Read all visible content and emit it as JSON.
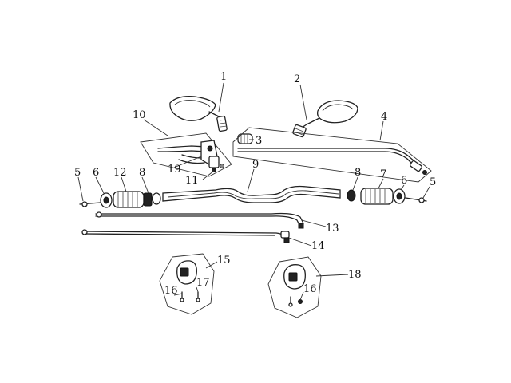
{
  "callouts": [
    {
      "id": "c1",
      "text": "1"
    },
    {
      "id": "c2",
      "text": "2"
    },
    {
      "id": "c3",
      "text": "3"
    },
    {
      "id": "c4",
      "text": "4"
    },
    {
      "id": "c5a",
      "text": "5"
    },
    {
      "id": "c6a",
      "text": "6"
    },
    {
      "id": "c12",
      "text": "12"
    },
    {
      "id": "c8a",
      "text": "8"
    },
    {
      "id": "c9",
      "text": "9"
    },
    {
      "id": "c8b",
      "text": "8"
    },
    {
      "id": "c7",
      "text": "7"
    },
    {
      "id": "c6b",
      "text": "6"
    },
    {
      "id": "c5b",
      "text": "5"
    },
    {
      "id": "c10",
      "text": "10"
    },
    {
      "id": "c19",
      "text": "19"
    },
    {
      "id": "c11",
      "text": "11"
    },
    {
      "id": "c13",
      "text": "13"
    },
    {
      "id": "c14",
      "text": "14"
    },
    {
      "id": "c15",
      "text": "15"
    },
    {
      "id": "c17",
      "text": "17"
    },
    {
      "id": "c16a",
      "text": "16"
    },
    {
      "id": "c18",
      "text": "18"
    },
    {
      "id": "c16b",
      "text": "16"
    }
  ]
}
